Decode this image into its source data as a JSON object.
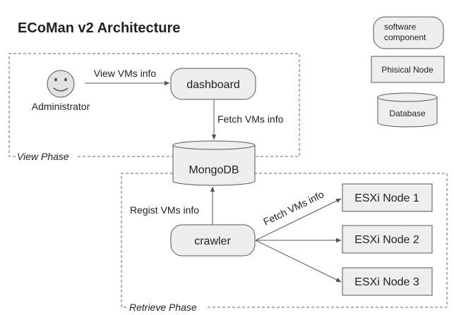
{
  "title": "ECoMan v2 Architecture",
  "legend": {
    "software_component": [
      "software",
      "component"
    ],
    "physical_node": "Phisical Node",
    "database": "Database"
  },
  "phases": {
    "view": "View Phase",
    "retrieve": "Retrieve Phase"
  },
  "nodes": {
    "administrator": "Administrator",
    "dashboard": "dashboard",
    "mongodb": "MongoDB",
    "crawler": "crawler",
    "esxi": [
      "ESXi Node 1",
      "ESXi Node 2",
      "ESXi Node 3"
    ]
  },
  "edges": {
    "admin_to_dashboard": "View VMs info",
    "dashboard_to_db": "Fetch VMs info",
    "crawler_to_db": "Regist VMs info",
    "crawler_to_esxi": "Fetch VMs info"
  },
  "colors": {
    "shape_fill": "#eeeeee",
    "shape_stroke": "#555555",
    "face_fill": "#e2e2e2",
    "line": "#555555",
    "phase_border": "#666666"
  }
}
